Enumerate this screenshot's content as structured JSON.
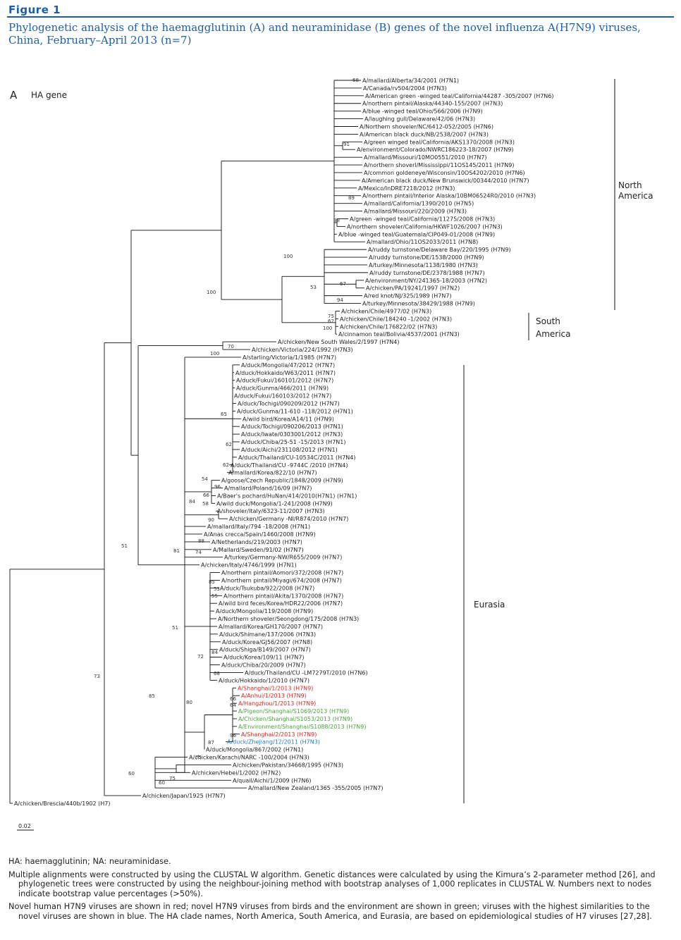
{
  "figure": {
    "label": "Figure 1",
    "title": "Phylogenetic analysis of the haemagglutinin (A) and neuraminidase (B) genes of the novel influenza A(H7N9) viruses, China, February–April 2013 (n=7)"
  },
  "panel": {
    "letter": "A",
    "gene": "HA gene"
  },
  "scale_bar": {
    "label": "0.02"
  },
  "colors": {
    "title": "#1b5ea9",
    "novel_human": "#d8261f",
    "novel_bird_env": "#4aa63c",
    "closest": "#2b7bc4",
    "default": "#222222"
  },
  "clades": [
    {
      "name": "north-america",
      "label": [
        "North",
        "America"
      ]
    },
    {
      "name": "south-america",
      "label": [
        "South",
        "America"
      ]
    },
    {
      "name": "eurasia",
      "label": [
        "Eurasia"
      ]
    }
  ],
  "leaves": [
    {
      "label": "A/mallard/Alberta/34/2001 (H7N1)",
      "color": "default"
    },
    {
      "label": "A/Canada/rv504/2004 (H7N3)",
      "color": "default"
    },
    {
      "label": "A/American green -winged teal/California/44287 -305/2007 (H7N6)",
      "color": "default"
    },
    {
      "label": "A/northern pintail/Alaska/44340-155/2007 (H7N3)",
      "color": "default"
    },
    {
      "label": "A/blue -winged teal/Ohio/566/2006 (H7N9)",
      "color": "default"
    },
    {
      "label": "A/laughing gull/Delaware/42/06 (H7N3)",
      "color": "default"
    },
    {
      "label": "A/Northern shoveler/NC/6412-052/2005 (H7N6)",
      "color": "default"
    },
    {
      "label": "A/American black duck/NB/2538/2007 (H7N3)",
      "color": "default"
    },
    {
      "label": "A/green winged teal/California/AKS1370/2008 (H7N3)",
      "color": "default"
    },
    {
      "label": "A/environment/Colorado/NWRC186223-18/2007 (H7N9)",
      "color": "default"
    },
    {
      "label": "A/mallard/Missouri/10MO0551/2010 (H7N7)",
      "color": "default"
    },
    {
      "label": "A/northern shoverl/Mississippi/11OS145/2011 (H7N9)",
      "color": "default"
    },
    {
      "label": "A/common goldeneye/Wisconsin/10OS4202/2010 (H7N6)",
      "color": "default"
    },
    {
      "label": "A/American black duck/New Brunswick/00344/2010 (H7N7)",
      "color": "default"
    },
    {
      "label": "A/Mexico/InDRE7218/2012 (H7N3)",
      "color": "default"
    },
    {
      "label": "A/northern pintail/Interior Alaska/10BM06524R0/2010 (H7N3)",
      "color": "default"
    },
    {
      "label": "A/mallard/California/1390/2010 (H7N5)",
      "color": "default"
    },
    {
      "label": "A/mallard/Missouri/220/2009 (H7N3)",
      "color": "default"
    },
    {
      "label": "A/green  -winged teal/California/11275/2008 (H7N3)",
      "color": "default"
    },
    {
      "label": "A/northern shoveler/California/HKWF1026/2007 (H7N3)",
      "color": "default"
    },
    {
      "label": "A/blue -winged teal/Guatemala/CIP049-01/2008 (H7N9)",
      "color": "default"
    },
    {
      "label": "A/mallard/Ohio/11OS2033/2011 (H7N8)",
      "color": "default"
    },
    {
      "label": "A/ruddy turnstone/Delaware Bay/220/1995 (H7N9)",
      "color": "default"
    },
    {
      "label": "A/ruddy turnstone/DE/1538/2000 (H7N9)",
      "color": "default"
    },
    {
      "label": "A/turkey/Minnesota/1138/1980 (H7N3)",
      "color": "default"
    },
    {
      "label": "A/ruddy turnstone/DE/2378/1988 (H7N7)",
      "color": "default"
    },
    {
      "label": "A/environment/NY/241365-18/2003 (H7N2)",
      "color": "default"
    },
    {
      "label": "A/chicken/PA/19241/1997 (H7N2)",
      "color": "default"
    },
    {
      "label": "A/red knot/NJ/325/1989 (H7N7)",
      "color": "default"
    },
    {
      "label": "A/turkey/Minnesota/38429/1988 (H7N9)",
      "color": "default"
    },
    {
      "label": "A/chicken/Chile/4977/02 (H7N3)",
      "color": "default"
    },
    {
      "label": "A/chicken/Chile/184240 -1/2002 (H7N3)",
      "color": "default"
    },
    {
      "label": "A/chicken/Chile/176822/02 (H7N3)",
      "color": "default"
    },
    {
      "label": "A/cinnamon teal/Bolivia/4537/2001 (H7N3)",
      "color": "default"
    },
    {
      "label": "A/chicken/New South Wales/2/1997 (H7N4)",
      "color": "default"
    },
    {
      "label": "A/chicken/Victoria/224/1992 (H7N3)",
      "color": "default"
    },
    {
      "label": "A/starling/Victoria/1/1985 (H7N7)",
      "color": "default"
    },
    {
      "label": "A/duck/Mongolia/47/2012 (H7N7)",
      "color": "default"
    },
    {
      "label": "A/duck/Hokkaido/W63/2011 (H7N7)",
      "color": "default"
    },
    {
      "label": "A/duck/Fukui/160101/2012 (H7N7)",
      "color": "default"
    },
    {
      "label": "A/duck/Gunma/466/2011 (H7N9)",
      "color": "default"
    },
    {
      "label": "A/duck/Fukui/160103/2012 (H7N7)",
      "color": "default"
    },
    {
      "label": "A/duck/Tochigi/090209/2012 (H7N7)",
      "color": "default"
    },
    {
      "label": "A/duck/Gunma/11-610 -118/2012 (H7N1)",
      "color": "default"
    },
    {
      "label": "A/wild bird/Korea/A14/11 (H7N9)",
      "color": "default"
    },
    {
      "label": "A/duck/Tochigi/090206/2013 (H7N1)",
      "color": "default"
    },
    {
      "label": "A/duck/Iwate/0303001/2012 (H7N3)",
      "color": "default"
    },
    {
      "label": "A/duck/Chiba/25-51 -15/2013 (H7N1)",
      "color": "default"
    },
    {
      "label": "A/duck/Aichi/231108/2012 (H7N1)",
      "color": "default"
    },
    {
      "label": "A/duck/Thailand/CU-10534C/2011 (H7N4)",
      "color": "default"
    },
    {
      "label": "A/duck/Thailand/CU -9744C /2010 (H7N4)",
      "color": "default"
    },
    {
      "label": "A/mallard/Korea/822/10 (H7N7)",
      "color": "default"
    },
    {
      "label": "A/goose/Czech Republic/1848/2009 (H7N9)",
      "color": "default"
    },
    {
      "label": "A/mallard/Poland/16/09 (H7N7)",
      "color": "default"
    },
    {
      "label": "A/Baer's pochard/HuNan/414/2010(H7N1) (H7N1)",
      "color": "default"
    },
    {
      "label": "A/wild duck/Mongolia/1-241/2008 (H7N9)",
      "color": "default"
    },
    {
      "label": "A/shoveler/Italy/6323-11/2007 (H7N3)",
      "color": "default"
    },
    {
      "label": "A/chicken/Germany -NI/R874/2010 (H7N7)",
      "color": "default"
    },
    {
      "label": "A/mallard/Italy/794 -18/2008 (H7N1)",
      "color": "default"
    },
    {
      "label": "A/Anas crecca/Spain/1460/2008 (H7N9)",
      "color": "default"
    },
    {
      "label": "A/Netherlands/219/2003 (H7N7)",
      "color": "default"
    },
    {
      "label": "A/Mallard/Sweden/91/02 (H7N7)",
      "color": "default"
    },
    {
      "label": "A/turkey/Germany-NW/R655/2009 (H7N7)",
      "color": "default"
    },
    {
      "label": "A/chicken/Italy/4746/1999 (H7N1)",
      "color": "default"
    },
    {
      "label": "A/northern pintail/Aomori/372/2008 (H7N7)",
      "color": "default"
    },
    {
      "label": "A/northern pintail/Miyagi/674/2008 (H7N7)",
      "color": "default"
    },
    {
      "label": "A/duck/Tsukuba/922/2008 (H7N7)",
      "color": "default"
    },
    {
      "label": "A/northern pintail/Akita/1370/2008 (H7N7)",
      "color": "default"
    },
    {
      "label": "A/wild bird feces/Korea/HDR22/2006 (H7N7)",
      "color": "default"
    },
    {
      "label": "A/duck/Mongolia/119/2008 (H7N9)",
      "color": "default"
    },
    {
      "label": "A/Northern shoveler/Seongdong/175/2008 (H7N3)",
      "color": "default"
    },
    {
      "label": "A/mallard/Korea/GH170/2007 (H7N7)",
      "color": "default"
    },
    {
      "label": "A/duck/Shimane/137/2006 (H7N3)",
      "color": "default"
    },
    {
      "label": "A/duck/Korea/GJ56/2007 (H7N8)",
      "color": "default"
    },
    {
      "label": "A/duck/Shiga/B149/2007 (H7N7)",
      "color": "default"
    },
    {
      "label": "A/duck/Korea/109/11 (H7N7)",
      "color": "default"
    },
    {
      "label": "A/duck/Chiba/20/2009 (H7N7)",
      "color": "default"
    },
    {
      "label": "A/duck/Thailand/CU     -LM7279T/2010 (H7N6)",
      "color": "default"
    },
    {
      "label": "A/duck/Hokkaido/1/2010 (H7N7)",
      "color": "default"
    },
    {
      "label": "A/Shanghai/1/2013 (H7N9)",
      "color": "novel_human"
    },
    {
      "label": "A/Anhui/1/2013 (H7N9)",
      "color": "novel_human"
    },
    {
      "label": "A/Hangzhou/1/2013 (H7N9)",
      "color": "novel_human"
    },
    {
      "label": "A/Pigeon/Shanghai/S1069/2013 (H7N9)",
      "color": "novel_bird_env"
    },
    {
      "label": "A/Chicken/Shanghai/S1053/2013 (H7N9)",
      "color": "novel_bird_env"
    },
    {
      "label": "A/Environment/Shanghai/S1088/2013 (H7N9)",
      "color": "novel_bird_env"
    },
    {
      "label": "A/Shanghai/2/2013 (H7N9)",
      "color": "novel_human"
    },
    {
      "label": "A/duck/Zhejiang/12/2011 (H7N3)",
      "color": "closest"
    },
    {
      "label": "A/duck/Mongolia/867/2002 (H7N1)",
      "color": "default"
    },
    {
      "label": "A/chicken/Karachi/NARC -100/2004 (H7N3)",
      "color": "default"
    },
    {
      "label": "A/chicken/Pakistan/34668/1995 (H7N3)",
      "color": "default"
    },
    {
      "label": "A/chicken/Hebei/1/2002 (H7N2)",
      "color": "default"
    },
    {
      "label": "A/quail/Aichi/1/2009 (H7N6)",
      "color": "default"
    },
    {
      "label": "A/mallard/New Zealand/1365 -355/2005 (H7N7)",
      "color": "default"
    },
    {
      "label": "A/chicken/Japan/1925 (H7N7)",
      "color": "default"
    },
    {
      "label": "A/chicken/Brescia/440b/1902 (H7)",
      "color": "default"
    }
  ],
  "bootstraps": [
    "68",
    "91",
    "89",
    "88",
    "100",
    "67",
    "53",
    "94",
    "100",
    "75",
    "62",
    "100",
    "100",
    "70",
    "65",
    "62",
    "62",
    "54",
    "96",
    "66",
    "58",
    "84",
    "90",
    "88",
    "81",
    "74",
    "51",
    "85",
    "53",
    "55",
    "51",
    "84",
    "72",
    "68",
    "85",
    "80",
    "66",
    "64",
    "96",
    "87",
    "75",
    "60",
    "75",
    "60",
    "73"
  ],
  "footnotes": [
    "HA: haemagglutinin; NA: neuraminidase.",
    "Multiple alignments were constructed by using the CLUSTAL W algorithm. Genetic distances were calculated by using the Kimura’s 2-parameter method [26], and phylogenetic trees were constructed by using the neighbour-joining method with bootstrap analyses of 1,000 replicates in CLUSTAL W. Numbers next to nodes indicate bootstrap value percentages (>50%).",
    "Novel human H7N9 viruses are shown in red; novel H7N9 viruses from birds and the environment are shown in green; viruses with the highest similarities to the novel viruses are shown in blue. The HA clade names, North America, South America, and Eurasia, are based on epidemiological studies of H7 viruses [27,28]."
  ]
}
